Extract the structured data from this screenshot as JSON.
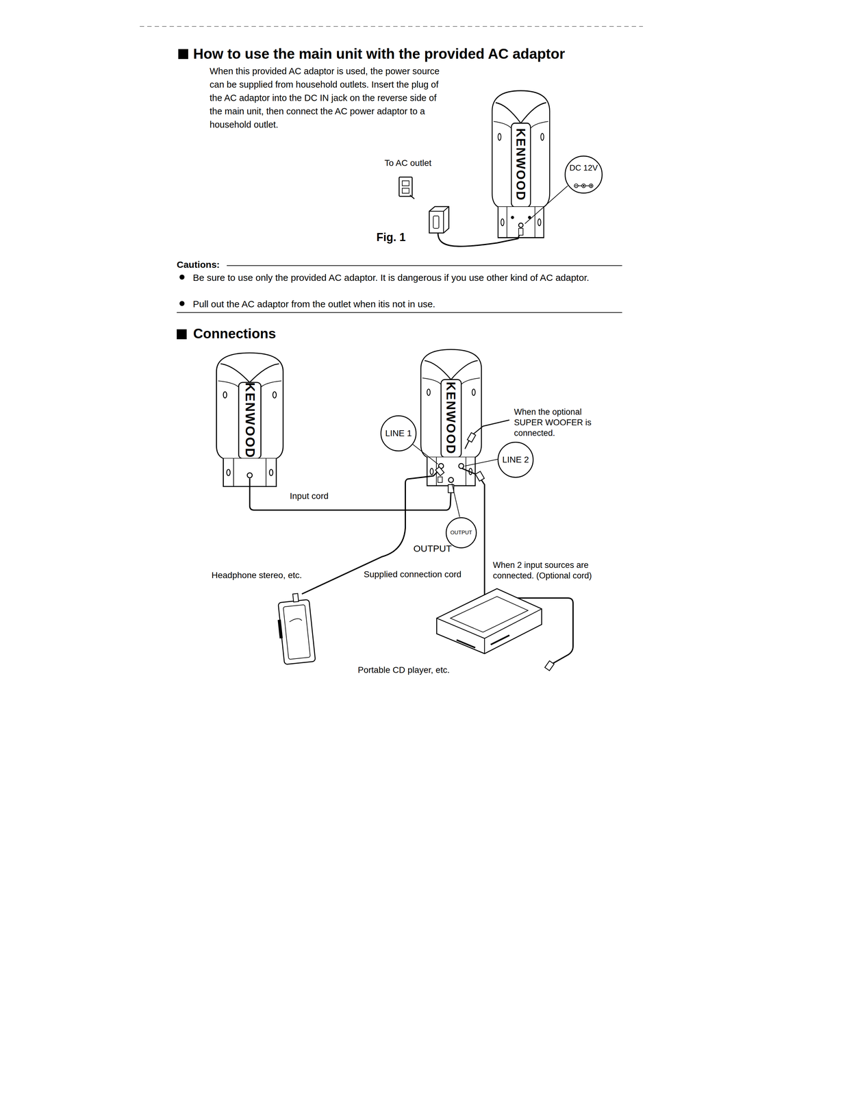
{
  "diagram": {
    "title": "How to use the main unit with the provided AC adaptor",
    "nodes": [
      {
        "text": [
          "DC 12V"
        ]
      },
      {
        "text": [
          "LINE 1"
        ]
      },
      {
        "text": [
          "LINE 2"
        ]
      },
      {
        "text": [
          "OUTPUT"
        ]
      }
    ],
    "labels": [
      "When this provided AC adaptor is used, the power source can be supplied from household outlets. Insert the plug of the AC adaptor into the DC IN jack on the reverse side of the main unit, then connect the AC power adaptor to a household outlet.",
      "To AC outlet",
      "KENWOOD",
      "Fig. 1",
      "Cautions:",
      "Be sure to use only the provided AC adaptor. It is dangerous if you use other kind of AC adaptor.",
      "Pull out the AC adaptor from the outlet when itis not in use.",
      "Connections",
      "KENWOOD",
      "KENWOOD",
      "When the optional SUPER WOOFER is connected.",
      "Input cord",
      "OUTPUT",
      "Headphone stereo, etc.",
      "Supplied connection cord",
      "When 2 input sources are connected. (Optional cord)",
      "Portable CD player, etc."
    ]
  }
}
